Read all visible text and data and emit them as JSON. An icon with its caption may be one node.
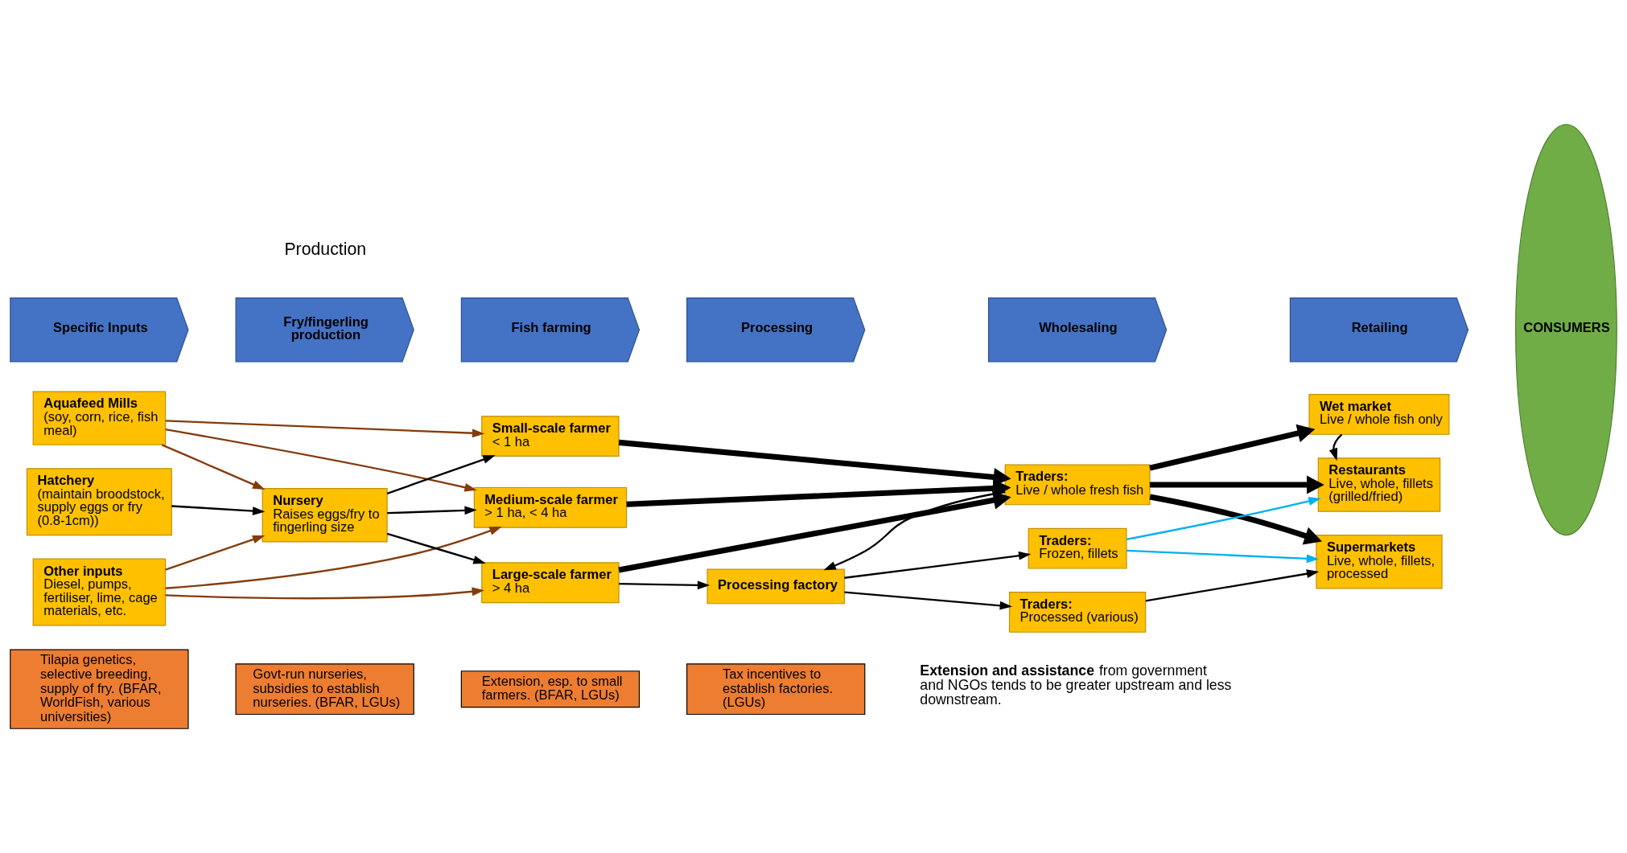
{
  "diagram": {
    "nodes": [
      {
        "text": [
          "Specific Inputs"
        ]
      },
      {
        "text": [
          "Fry/fingerling production"
        ]
      },
      {
        "text": [
          "Fish farming"
        ]
      },
      {
        "text": [
          "Processing"
        ]
      },
      {
        "text": [
          "Wholesaling"
        ]
      },
      {
        "text": [
          "Retailing"
        ]
      },
      {
        "text": [
          "CONSUMERS"
        ]
      },
      {
        "text": [
          "Aquafeed Mills",
          "(soy, corn, rice, fish meal)"
        ]
      },
      {
        "text": [
          "Hatchery",
          "(maintain broodstock, supply eggs or fry (0.8-1cm))"
        ]
      },
      {
        "text": [
          "Other inputs",
          "Diesel, pumps, fertiliser, lime, cage materials, etc."
        ]
      },
      {
        "text": [
          "Nursery",
          "Raises eggs/fry to fingerling size"
        ]
      },
      {
        "text": [
          "Small-scale farmer",
          "< 1 ha"
        ]
      },
      {
        "text": [
          "Medium-scale farmer",
          "> 1 ha, < 4 ha"
        ]
      },
      {
        "text": [
          "Large-scale farmer",
          "> 4 ha"
        ]
      },
      {
        "text": [
          "Processing factory"
        ]
      },
      {
        "text": [
          "Traders:",
          "Live / whole fresh fish"
        ]
      },
      {
        "text": [
          "Traders:",
          "Frozen, fillets"
        ]
      },
      {
        "text": [
          "Traders:",
          "Processed (various)"
        ]
      },
      {
        "text": [
          "Wet market",
          "Live / whole fish only"
        ]
      },
      {
        "text": [
          "Restaurants",
          "Live, whole, fillets (grilled/fried)"
        ]
      },
      {
        "text": [
          "Supermarkets",
          "Live, whole, fillets, processed"
        ]
      },
      {
        "text": [
          "Tilapia genetics, selective breeding, supply of fry. (BFAR, WorldFish, various universities)"
        ]
      },
      {
        "text": [
          "Govt-run nurseries, subsidies to establish nurseries. (BFAR, LGUs)"
        ]
      },
      {
        "text": [
          "Extension, esp. to small farmers. (BFAR, LGUs)"
        ]
      },
      {
        "text": [
          "Tax incentives to establish factories. (LGUs)"
        ]
      }
    ],
    "edges": [
      {
        "from": 7,
        "to": 11,
        "arrow": "to",
        "color": "#843c0c"
      },
      {
        "from": 7,
        "to": 10,
        "arrow": "to",
        "color": "#843c0c"
      },
      {
        "from": 7,
        "to": 12,
        "arrow": "to",
        "color": "#843c0c"
      },
      {
        "from": 9,
        "to": 10,
        "arrow": "to",
        "color": "#843c0c"
      },
      {
        "from": 9,
        "to": 12,
        "arrow": "to",
        "color": "#843c0c"
      },
      {
        "from": 9,
        "to": 13,
        "arrow": "to",
        "color": "#843c0c"
      },
      {
        "from": 8,
        "to": 10,
        "arrow": "to"
      },
      {
        "from": 10,
        "to": 11,
        "arrow": "to"
      },
      {
        "from": 10,
        "to": 12,
        "arrow": "to"
      },
      {
        "from": 10,
        "to": 13,
        "arrow": "to"
      },
      {
        "from": 11,
        "to": 15,
        "arrow": "to",
        "style": "thick"
      },
      {
        "from": 12,
        "to": 15,
        "arrow": "to",
        "style": "thick"
      },
      {
        "from": 13,
        "to": 15,
        "arrow": "to",
        "style": "thick"
      },
      {
        "from": 13,
        "to": 14,
        "arrow": "to"
      },
      {
        "from": 15,
        "to": 14,
        "arrow": "to"
      },
      {
        "from": 14,
        "to": 16,
        "arrow": "to"
      },
      {
        "from": 14,
        "to": 17,
        "arrow": "to"
      },
      {
        "from": 15,
        "to": 18,
        "arrow": "to",
        "style": "thick"
      },
      {
        "from": 15,
        "to": 19,
        "arrow": "to",
        "style": "thick"
      },
      {
        "from": 15,
        "to": 20,
        "arrow": "to",
        "style": "thick"
      },
      {
        "from": 18,
        "to": 19,
        "arrow": "to"
      },
      {
        "from": 16,
        "to": 19,
        "arrow": "to",
        "color": "#00b0f0"
      },
      {
        "from": 16,
        "to": 20,
        "arrow": "to",
        "color": "#00b0f0"
      },
      {
        "from": 17,
        "to": 20,
        "arrow": "to"
      }
    ],
    "labels": [
      "Production",
      "**Extension and assistance** from government and NGOs tends to be greater upstream and less downstream."
    ]
  }
}
